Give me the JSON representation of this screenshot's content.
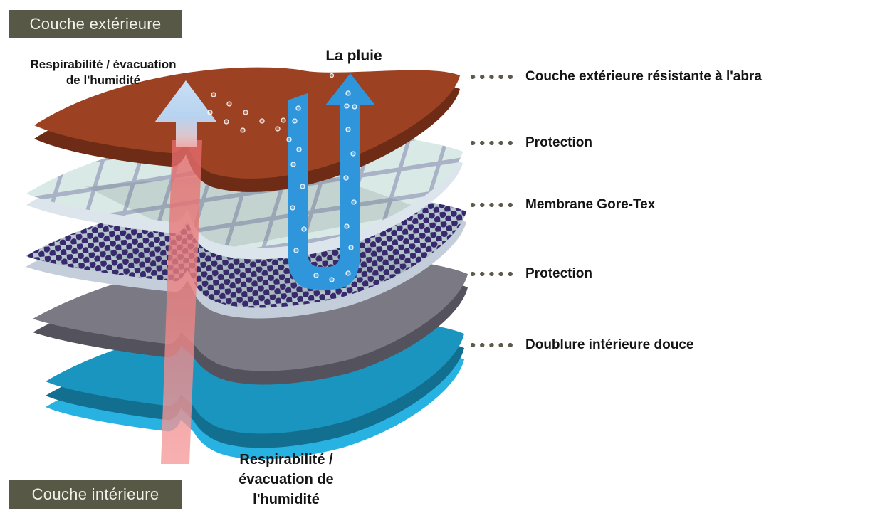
{
  "badges": {
    "outer": "Couche extérieure",
    "inner": "Couche intérieure"
  },
  "annotations": {
    "rain_label": "La pluie",
    "breathability_top_line1": "Respirabilité / évacuation",
    "breathability_top_line2": "de l'humidité",
    "breathability_bottom_line1": "Respirabilité /",
    "breathability_bottom_line2": "évacuation de",
    "breathability_bottom_line3": "l'humidité"
  },
  "layer_labels": [
    {
      "label": "Couche extérieure résistante à l'abra",
      "color": "#9c4222"
    },
    {
      "label": "Protection",
      "color": "#d9eae6"
    },
    {
      "label": "Membrane Gore-Tex",
      "color": "#b6c8cd"
    },
    {
      "label": "Protection",
      "color": "#7b7984"
    },
    {
      "label": "Doublure intérieure douce",
      "color": "#1a95c0"
    }
  ],
  "colors": {
    "badge_background": "#585847",
    "badge_text": "#f2f1e9",
    "label_text": "#141414",
    "leader_dots": "#5d5a4b",
    "outer_layer": "#9c4222",
    "outer_layer_edge": "#6e2b15",
    "grid_layer": "#d9eae6",
    "grid_lines": "#a9b2c6",
    "membrane_base": "#b6c8cd",
    "membrane_dots": "#38286e",
    "gray_layer": "#7b7984",
    "gray_layer_edge": "#54525d",
    "lining_layer": "#1a95c0",
    "lining_layer_edge": "#136f90",
    "lining_highlight": "#28b2e2",
    "rain_arrow": "#2f96dc",
    "moisture_arrow": "#ef8b8b",
    "breath_arrow": "#b7d3ef"
  }
}
